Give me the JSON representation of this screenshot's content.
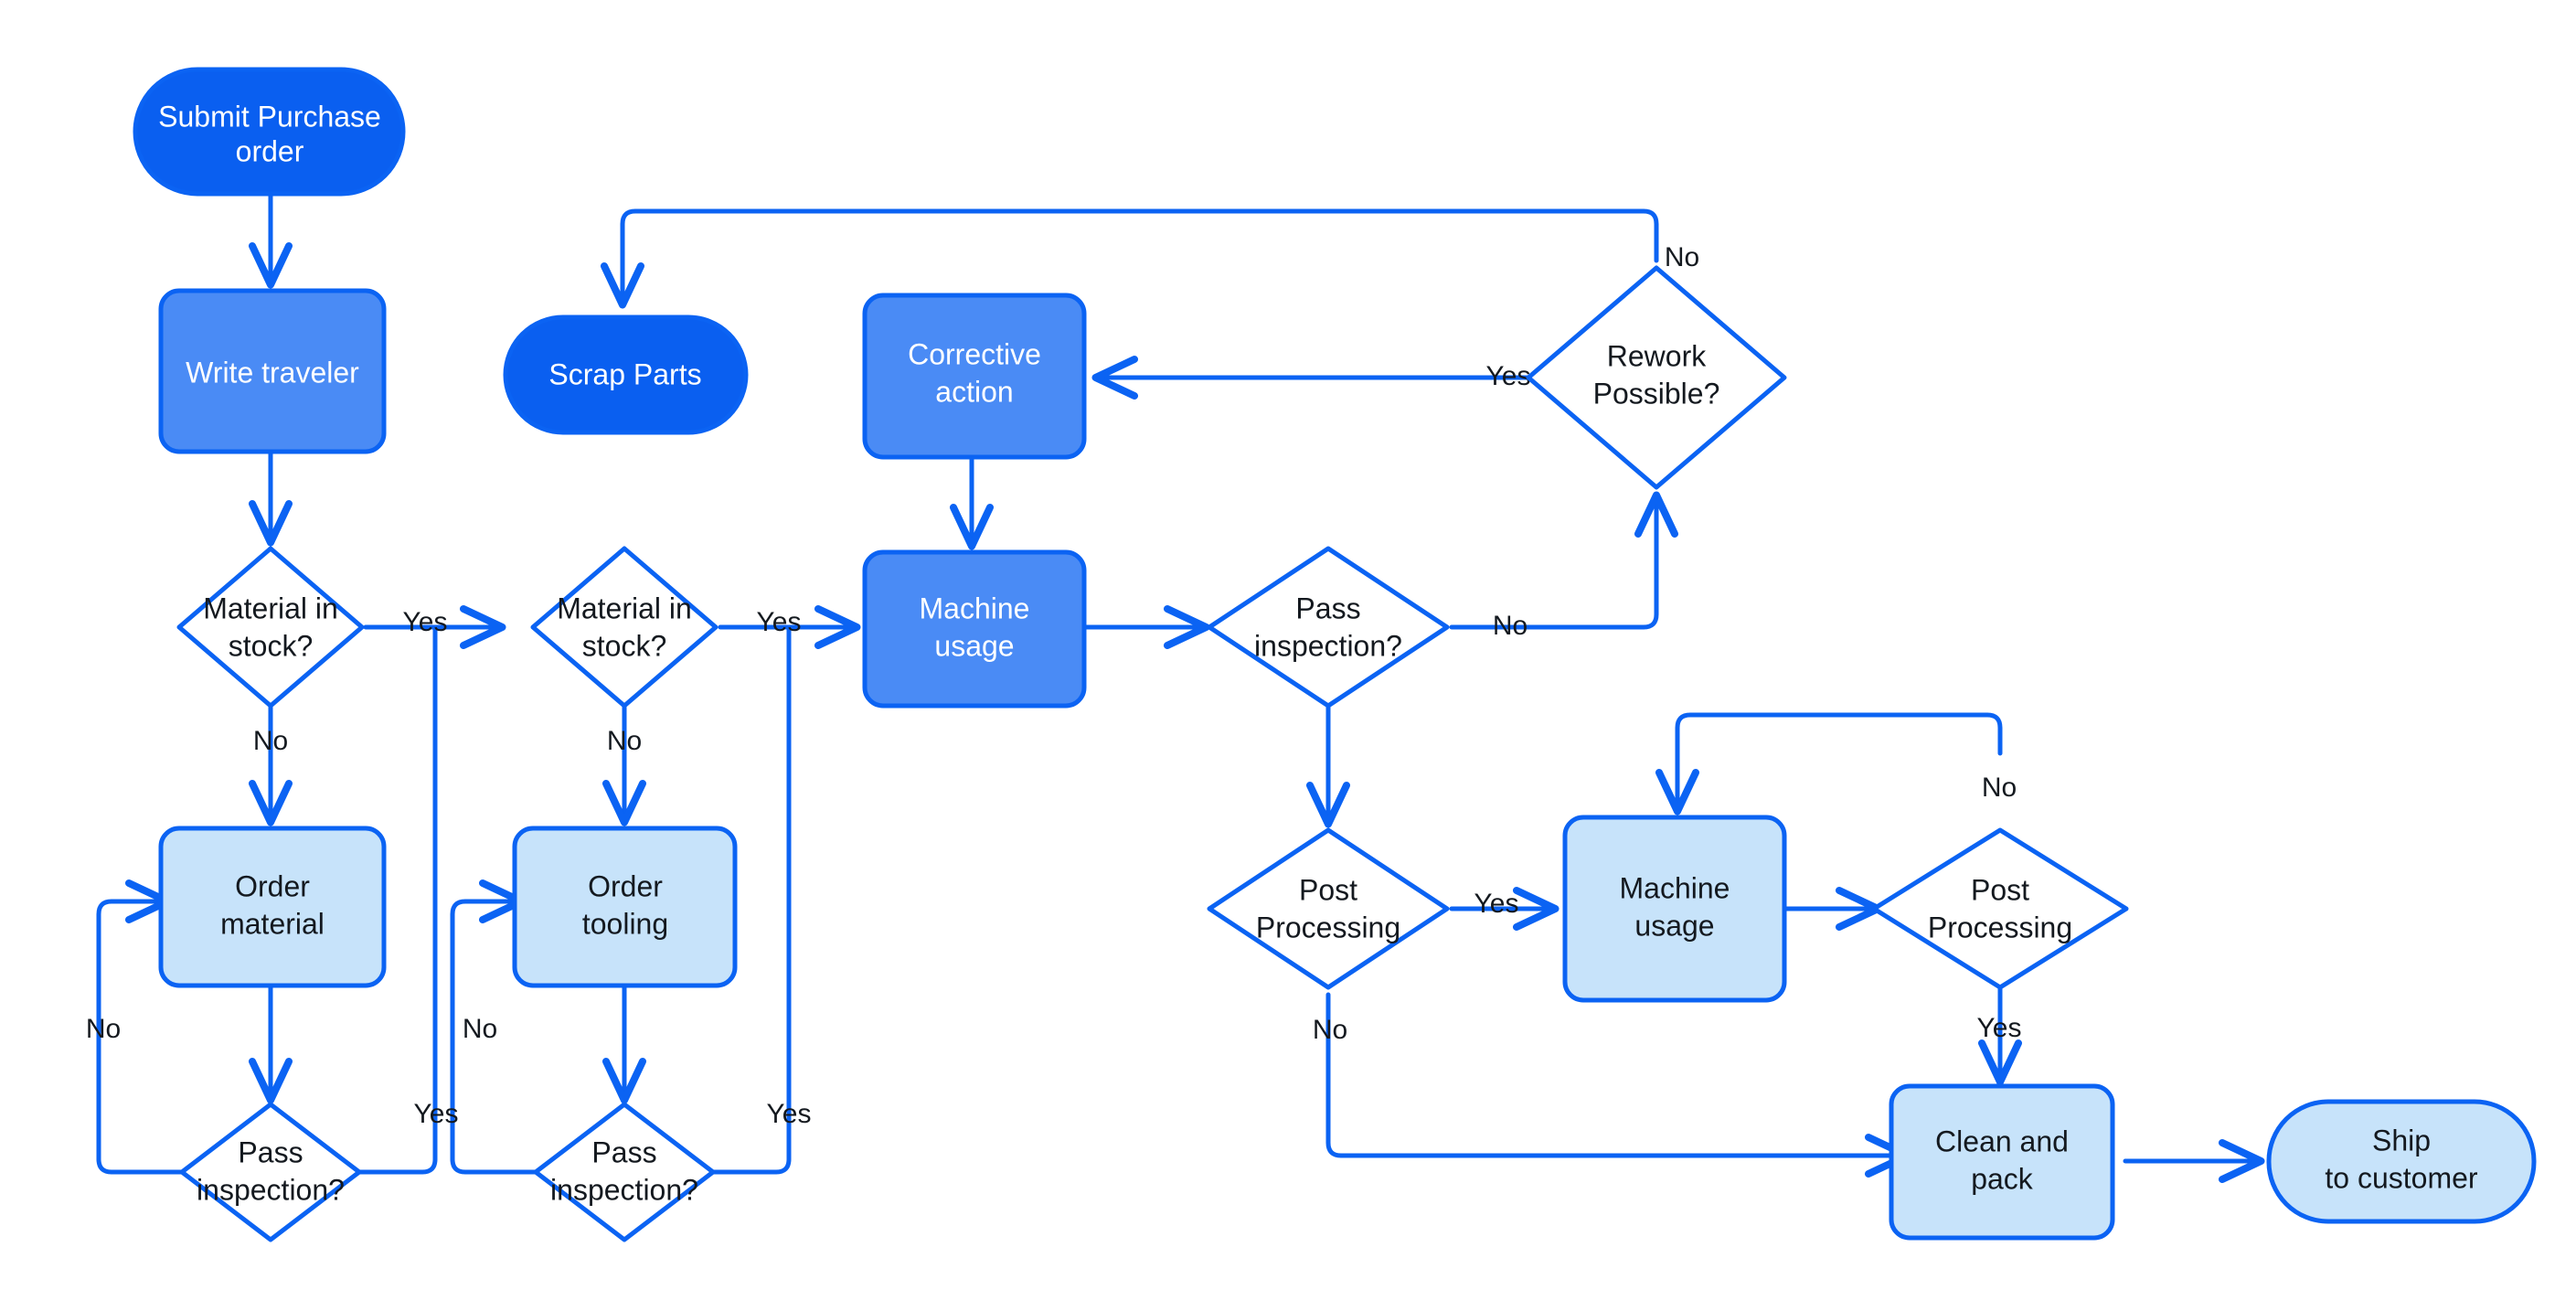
{
  "diagram": {
    "title": "Manufacturing order process flowchart",
    "colors": {
      "terminator_fill": "#0a5ff0",
      "process_dark_fill": "#4a8bf5",
      "process_light_fill": "#c7e3fa",
      "decision_fill": "#ffffff",
      "stroke": "#0b63f3",
      "text_dark": "#14191f",
      "text_light": "#ffffff",
      "background": "#ffffff"
    },
    "nodes": [
      {
        "id": "submit_purchase_order",
        "shape": "terminator",
        "style": "dark",
        "lines": [
          "Submit Purchase",
          "order"
        ]
      },
      {
        "id": "write_traveler",
        "shape": "process",
        "style": "mid",
        "lines": [
          "Write traveler"
        ]
      },
      {
        "id": "material_in_stock_1",
        "shape": "decision",
        "style": "plain",
        "lines": [
          "Material in",
          "stock?"
        ]
      },
      {
        "id": "order_material",
        "shape": "process",
        "style": "light",
        "lines": [
          "Order",
          "material"
        ]
      },
      {
        "id": "pass_inspection_1",
        "shape": "decision",
        "style": "plain",
        "lines": [
          "Pass",
          "inspection?"
        ]
      },
      {
        "id": "scrap_parts",
        "shape": "terminator",
        "style": "dark",
        "lines": [
          "Scrap Parts"
        ]
      },
      {
        "id": "material_in_stock_2",
        "shape": "decision",
        "style": "plain",
        "lines": [
          "Material in",
          "stock?"
        ]
      },
      {
        "id": "order_tooling",
        "shape": "process",
        "style": "light",
        "lines": [
          "Order",
          "tooling"
        ]
      },
      {
        "id": "pass_inspection_2",
        "shape": "decision",
        "style": "plain",
        "lines": [
          "Pass",
          "inspection?"
        ]
      },
      {
        "id": "corrective_action",
        "shape": "process",
        "style": "mid",
        "lines": [
          "Corrective",
          "action"
        ]
      },
      {
        "id": "machine_usage_1",
        "shape": "process",
        "style": "mid",
        "lines": [
          "Machine",
          "usage"
        ]
      },
      {
        "id": "pass_inspection_3",
        "shape": "decision",
        "style": "plain",
        "lines": [
          "Pass",
          "inspection?"
        ]
      },
      {
        "id": "rework_possible",
        "shape": "decision",
        "style": "plain",
        "lines": [
          "Rework",
          "Possible?"
        ]
      },
      {
        "id": "post_processing_1",
        "shape": "decision",
        "style": "plain",
        "lines": [
          "Post",
          "Processing"
        ]
      },
      {
        "id": "machine_usage_2",
        "shape": "process",
        "style": "light",
        "lines": [
          "Machine",
          "usage"
        ]
      },
      {
        "id": "post_processing_2",
        "shape": "decision",
        "style": "plain",
        "lines": [
          "Post",
          "Processing"
        ]
      },
      {
        "id": "clean_and_pack",
        "shape": "process",
        "style": "light",
        "lines": [
          "Clean and",
          "pack"
        ]
      },
      {
        "id": "ship_to_customer",
        "shape": "terminator",
        "style": "light",
        "lines": [
          "Ship",
          "to customer"
        ]
      }
    ],
    "edge_labels": {
      "mis1_yes": "Yes",
      "mis1_no": "No",
      "pi1_no": "No",
      "pi1_yes": "Yes",
      "mis2_yes": "Yes",
      "mis2_no": "No",
      "pi2_no": "No",
      "pi2_yes": "Yes",
      "pi3_no": "No",
      "rework_yes": "Yes",
      "rework_no": "No",
      "pp1_yes": "Yes",
      "pp1_no": "No",
      "pp2_no": "No",
      "pp2_yes": "Yes"
    },
    "edges": [
      {
        "from": "submit_purchase_order",
        "to": "write_traveler",
        "label": ""
      },
      {
        "from": "write_traveler",
        "to": "material_in_stock_1",
        "label": ""
      },
      {
        "from": "material_in_stock_1",
        "to": "order_material",
        "label": "No"
      },
      {
        "from": "material_in_stock_1",
        "to": "material_in_stock_2",
        "label": "Yes"
      },
      {
        "from": "order_material",
        "to": "pass_inspection_1",
        "label": ""
      },
      {
        "from": "pass_inspection_1",
        "to": "order_material",
        "label": "No"
      },
      {
        "from": "pass_inspection_1",
        "to": "material_in_stock_2",
        "label": "Yes"
      },
      {
        "from": "material_in_stock_2",
        "to": "order_tooling",
        "label": "No"
      },
      {
        "from": "material_in_stock_2",
        "to": "machine_usage_1",
        "label": "Yes"
      },
      {
        "from": "order_tooling",
        "to": "pass_inspection_2",
        "label": ""
      },
      {
        "from": "pass_inspection_2",
        "to": "order_tooling",
        "label": "No"
      },
      {
        "from": "pass_inspection_2",
        "to": "machine_usage_1",
        "label": "Yes"
      },
      {
        "from": "corrective_action",
        "to": "machine_usage_1",
        "label": ""
      },
      {
        "from": "machine_usage_1",
        "to": "pass_inspection_3",
        "label": ""
      },
      {
        "from": "pass_inspection_3",
        "to": "rework_possible",
        "label": "No"
      },
      {
        "from": "rework_possible",
        "to": "corrective_action",
        "label": "Yes"
      },
      {
        "from": "rework_possible",
        "to": "scrap_parts",
        "label": "No"
      },
      {
        "from": "pass_inspection_3",
        "to": "post_processing_1",
        "label": ""
      },
      {
        "from": "post_processing_1",
        "to": "machine_usage_2",
        "label": "Yes"
      },
      {
        "from": "post_processing_1",
        "to": "clean_and_pack",
        "label": "No"
      },
      {
        "from": "machine_usage_2",
        "to": "post_processing_2",
        "label": ""
      },
      {
        "from": "post_processing_2",
        "to": "machine_usage_2",
        "label": "No"
      },
      {
        "from": "post_processing_2",
        "to": "clean_and_pack",
        "label": "Yes"
      },
      {
        "from": "clean_and_pack",
        "to": "ship_to_customer",
        "label": ""
      }
    ]
  }
}
